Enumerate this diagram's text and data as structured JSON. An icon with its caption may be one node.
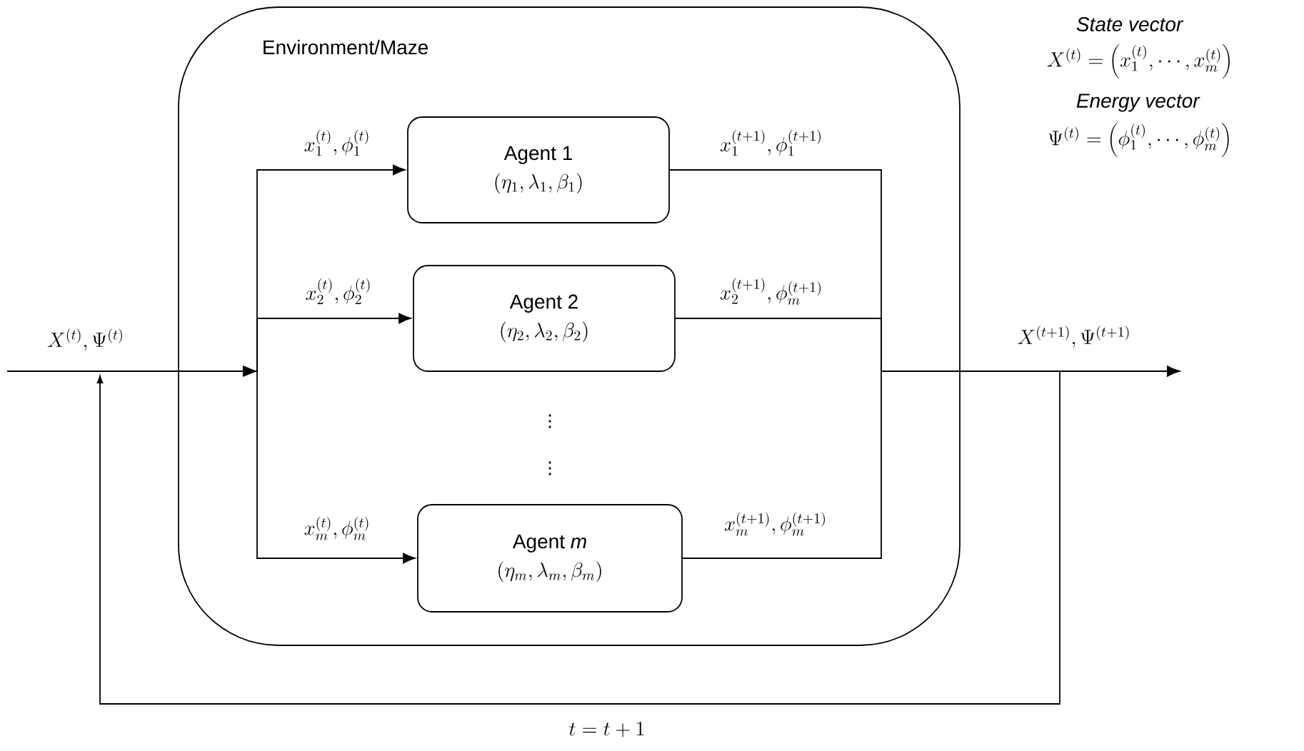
{
  "diagram": {
    "nodes": [
      {
        "text": [
          "Environment/Maze"
        ]
      },
      {
        "text": [
          "Agent 1",
          "(\\eta_1, \\lambda_1, \\beta_1)"
        ],
        "in": 0
      },
      {
        "text": [
          "Agent 2",
          "(\\eta_2, \\lambda_2, \\beta_2)"
        ],
        "in": 0
      },
      {
        "text": [
          "Agent *m*",
          "(\\eta_m, \\lambda_m, \\beta_m)"
        ],
        "in": 0
      }
    ],
    "edges": [
      {
        "from": null,
        "to": 1,
        "arrow": "to",
        "label": "x_1^{(t)}, \\phi_1^{(t)}"
      },
      {
        "from": null,
        "to": 2,
        "arrow": "to",
        "label": "x_2^{(t)}, \\phi_2^{(t)}"
      },
      {
        "from": null,
        "to": 3,
        "arrow": "to",
        "label": "x_m^{(t)}, \\phi_m^{(t)}"
      },
      {
        "from": 1,
        "to": null,
        "arrow": "to",
        "label": "x_1^{(t+1)}, \\phi_1^{(t+1)}"
      },
      {
        "from": 2,
        "to": null,
        "arrow": "to",
        "label": "x_2^{(t+1)}, \\phi_m^{(t+1)}"
      },
      {
        "from": 3,
        "to": null,
        "arrow": "to",
        "label": "x_m^{(t+1)}, \\phi_m^{(t+1)}"
      }
    ],
    "labels": [
      "X^{(t)}, \\Psi^{(t)}",
      "X^{(t+1)}, \\Psi^{(t+1)}",
      "\\vdots",
      "\\vdots",
      "State vector",
      "X^{(t)} = \\left(x_1^{(t)}, \\cdots, x_m^{(t)}\\right)",
      "Energy vector",
      "\\Psi^{(t)} = \\left(\\phi_1^{(t)}, \\cdots, \\phi_m^{(t)}\\right)",
      "t = t + 1"
    ]
  }
}
